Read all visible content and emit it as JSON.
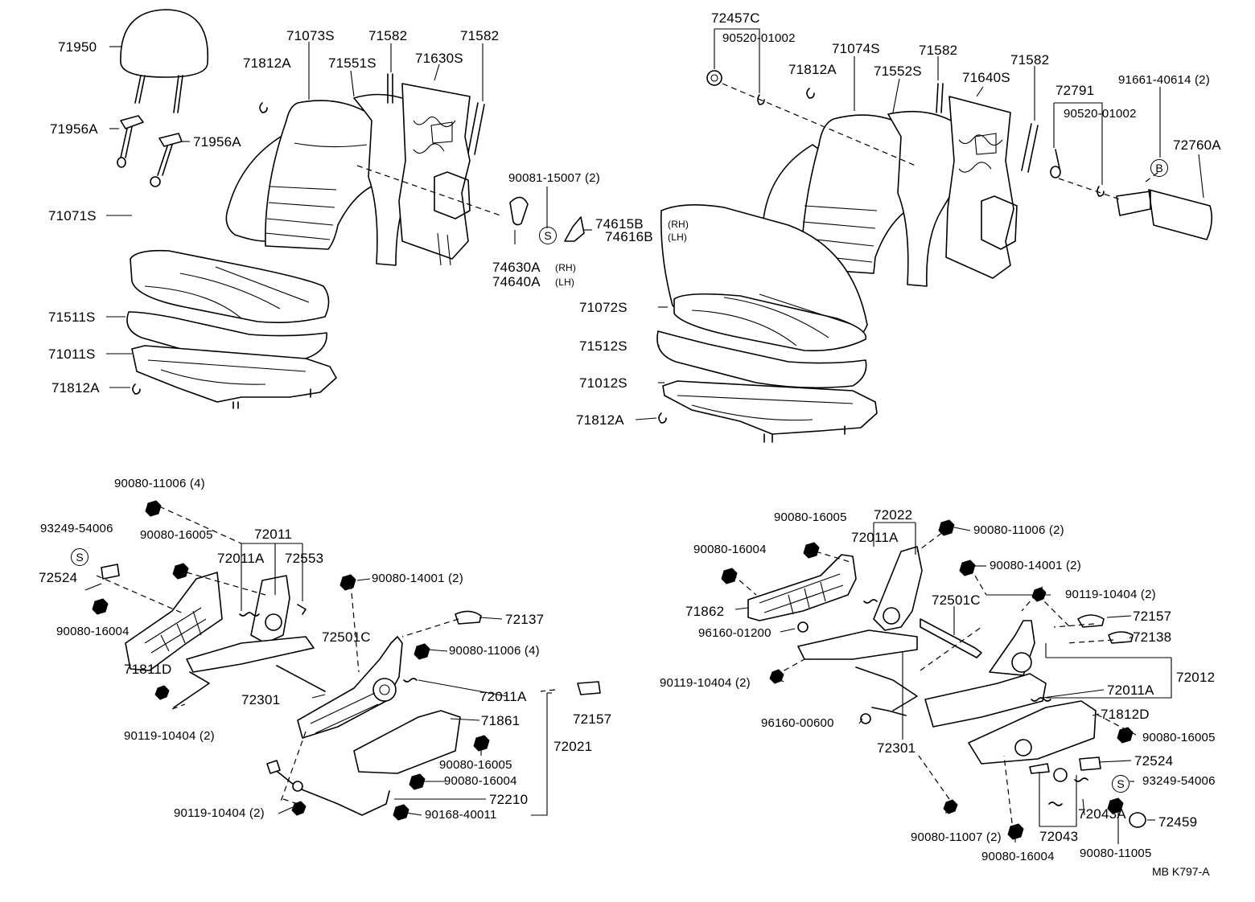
{
  "figure_code": "MB  K797-A",
  "symbols": {
    "s_mark": "S",
    "b_mark": "B"
  },
  "labels": [
    {
      "id": "l1",
      "text": "71950"
    },
    {
      "id": "l2",
      "text": "71956A"
    },
    {
      "id": "l3",
      "text": "71956A"
    },
    {
      "id": "l4",
      "text": "71812A"
    },
    {
      "id": "l5",
      "text": "71073S"
    },
    {
      "id": "l6",
      "text": "71551S"
    },
    {
      "id": "l7",
      "text": "71582"
    },
    {
      "id": "l8",
      "text": "71630S"
    },
    {
      "id": "l9",
      "text": "71582"
    },
    {
      "id": "l10",
      "text": "90081-15007 (2)"
    },
    {
      "id": "l11",
      "text": "74615B"
    },
    {
      "id": "l12",
      "text": "74616B"
    },
    {
      "id": "l13",
      "text": "74630A"
    },
    {
      "id": "l14",
      "text": "74640A"
    },
    {
      "id": "l15",
      "text": "71071S"
    },
    {
      "id": "l16",
      "text": "71511S"
    },
    {
      "id": "l17",
      "text": "71011S"
    },
    {
      "id": "l18",
      "text": "71812A"
    },
    {
      "id": "l19",
      "text": "72457C"
    },
    {
      "id": "l20",
      "text": "90520-01002"
    },
    {
      "id": "l21",
      "text": "71812A"
    },
    {
      "id": "l22",
      "text": "71074S"
    },
    {
      "id": "l23",
      "text": "71552S"
    },
    {
      "id": "l24",
      "text": "71582"
    },
    {
      "id": "l25",
      "text": "71640S"
    },
    {
      "id": "l26",
      "text": "71582"
    },
    {
      "id": "l27",
      "text": "72791"
    },
    {
      "id": "l28",
      "text": "91661-40614 (2)"
    },
    {
      "id": "l29",
      "text": "90520-01002"
    },
    {
      "id": "l30",
      "text": "72760A"
    },
    {
      "id": "l31",
      "text": "71072S"
    },
    {
      "id": "l32",
      "text": "71512S"
    },
    {
      "id": "l33",
      "text": "71012S"
    },
    {
      "id": "l34",
      "text": "71812A"
    },
    {
      "id": "l35",
      "text": "90080-11006 (4)"
    },
    {
      "id": "l36",
      "text": "93249-54006"
    },
    {
      "id": "l37",
      "text": "90080-16005"
    },
    {
      "id": "l38",
      "text": "72011"
    },
    {
      "id": "l39",
      "text": "72011A"
    },
    {
      "id": "l40",
      "text": "72553"
    },
    {
      "id": "l41",
      "text": "72524"
    },
    {
      "id": "l42",
      "text": "90080-14001 (2)"
    },
    {
      "id": "l43",
      "text": "72137"
    },
    {
      "id": "l44",
      "text": "90080-16004"
    },
    {
      "id": "l45",
      "text": "71811D"
    },
    {
      "id": "l46",
      "text": "72501C"
    },
    {
      "id": "l47",
      "text": "90080-11006 (4)"
    },
    {
      "id": "l48",
      "text": "72301"
    },
    {
      "id": "l49",
      "text": "72011A"
    },
    {
      "id": "l50",
      "text": "72157"
    },
    {
      "id": "l51",
      "text": "90119-10404 (2)"
    },
    {
      "id": "l52",
      "text": "71861"
    },
    {
      "id": "l53",
      "text": "72021"
    },
    {
      "id": "l54",
      "text": "90080-16005"
    },
    {
      "id": "l55",
      "text": "90080-16004"
    },
    {
      "id": "l56",
      "text": "72210"
    },
    {
      "id": "l57",
      "text": "90119-10404 (2)"
    },
    {
      "id": "l58",
      "text": "90168-40011"
    },
    {
      "id": "l59",
      "text": "90080-16005"
    },
    {
      "id": "l60",
      "text": "72022"
    },
    {
      "id": "l61",
      "text": "72011A"
    },
    {
      "id": "l62",
      "text": "90080-11006 (2)"
    },
    {
      "id": "l63",
      "text": "90080-16004"
    },
    {
      "id": "l64",
      "text": "90080-14001 (2)"
    },
    {
      "id": "l65",
      "text": "90119-10404 (2)"
    },
    {
      "id": "l66",
      "text": "71862"
    },
    {
      "id": "l67",
      "text": "72501C"
    },
    {
      "id": "l68",
      "text": "72157"
    },
    {
      "id": "l69",
      "text": "96160-01200"
    },
    {
      "id": "l70",
      "text": "72138"
    },
    {
      "id": "l71",
      "text": "72012"
    },
    {
      "id": "l72",
      "text": "90119-10404 (2)"
    },
    {
      "id": "l73",
      "text": "72011A"
    },
    {
      "id": "l74",
      "text": "71812D"
    },
    {
      "id": "l75",
      "text": "96160-00600"
    },
    {
      "id": "l76",
      "text": "72301"
    },
    {
      "id": "l77",
      "text": "90080-16005"
    },
    {
      "id": "l78",
      "text": "72524"
    },
    {
      "id": "l79",
      "text": "93249-54006"
    },
    {
      "id": "l80",
      "text": "72043A"
    },
    {
      "id": "l81",
      "text": "72459"
    },
    {
      "id": "l82",
      "text": "90080-11007 (2)"
    },
    {
      "id": "l83",
      "text": "72043"
    },
    {
      "id": "l84",
      "text": "90080-11005"
    },
    {
      "id": "l85",
      "text": "90080-16004"
    }
  ],
  "side_notes": [
    {
      "id": "n1",
      "text": "(RH)"
    },
    {
      "id": "n2",
      "text": "(LH)"
    },
    {
      "id": "n3",
      "text": "(RH)"
    },
    {
      "id": "n4",
      "text": "(LH)"
    }
  ]
}
